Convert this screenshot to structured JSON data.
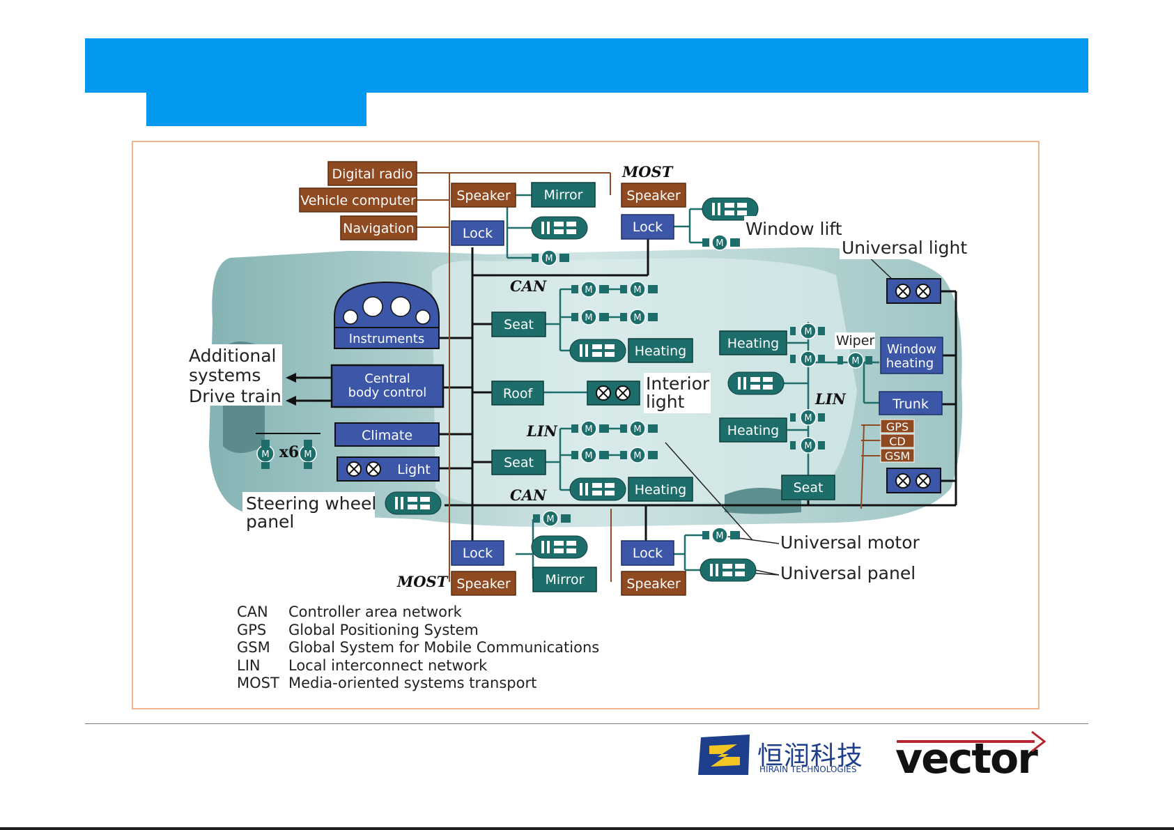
{
  "labels": {
    "digital_radio": "Digital radio",
    "vehicle_computer": "Vehicle computer",
    "navigation": "Navigation",
    "speaker": "Speaker",
    "mirror": "Mirror",
    "lock": "Lock",
    "most": "MOST",
    "can": "CAN",
    "lin": "LIN",
    "window_lift": "Window lift",
    "universal_light": "Universal light",
    "instruments": "Instruments",
    "seat": "Seat",
    "heating": "Heating",
    "wiper": "Wiper",
    "window_heating_1": "Window",
    "window_heating_2": "heating",
    "additional_1": "Additional",
    "additional_2": "systems",
    "drive_train": "Drive train",
    "central_1": "Central",
    "central_2": "body control",
    "roof": "Roof",
    "interior_1": "Interior",
    "interior_2": "light",
    "trunk": "Trunk",
    "climate": "Climate",
    "gps": "GPS",
    "cd": "CD",
    "gsm": "GSM",
    "x6": "x6",
    "light": "Light",
    "steering_1": "Steering wheel",
    "steering_2": "panel",
    "universal_motor": "Universal motor",
    "universal_panel": "Universal panel",
    "motor_symbol": "M"
  },
  "legend": [
    {
      "abbr": "CAN",
      "text": "Controller area network"
    },
    {
      "abbr": "GPS",
      "text": "Global Positioning System"
    },
    {
      "abbr": "GSM",
      "text": "Global System for Mobile Communications"
    },
    {
      "abbr": "LIN",
      "text": "Local interconnect network"
    },
    {
      "abbr": "MOST",
      "text": "Media-oriented systems transport"
    }
  ],
  "logos": {
    "hirain_cn": "恒润科技",
    "hirain_en": "HIRAIN TECHNOLOGIES",
    "vector": "vector"
  },
  "colors": {
    "banner": "#0399ef",
    "most_box": "#8f4a22",
    "can_box": "#3c57a8",
    "lin_box": "#1d6d6a",
    "frame": "#f0b48a"
  }
}
